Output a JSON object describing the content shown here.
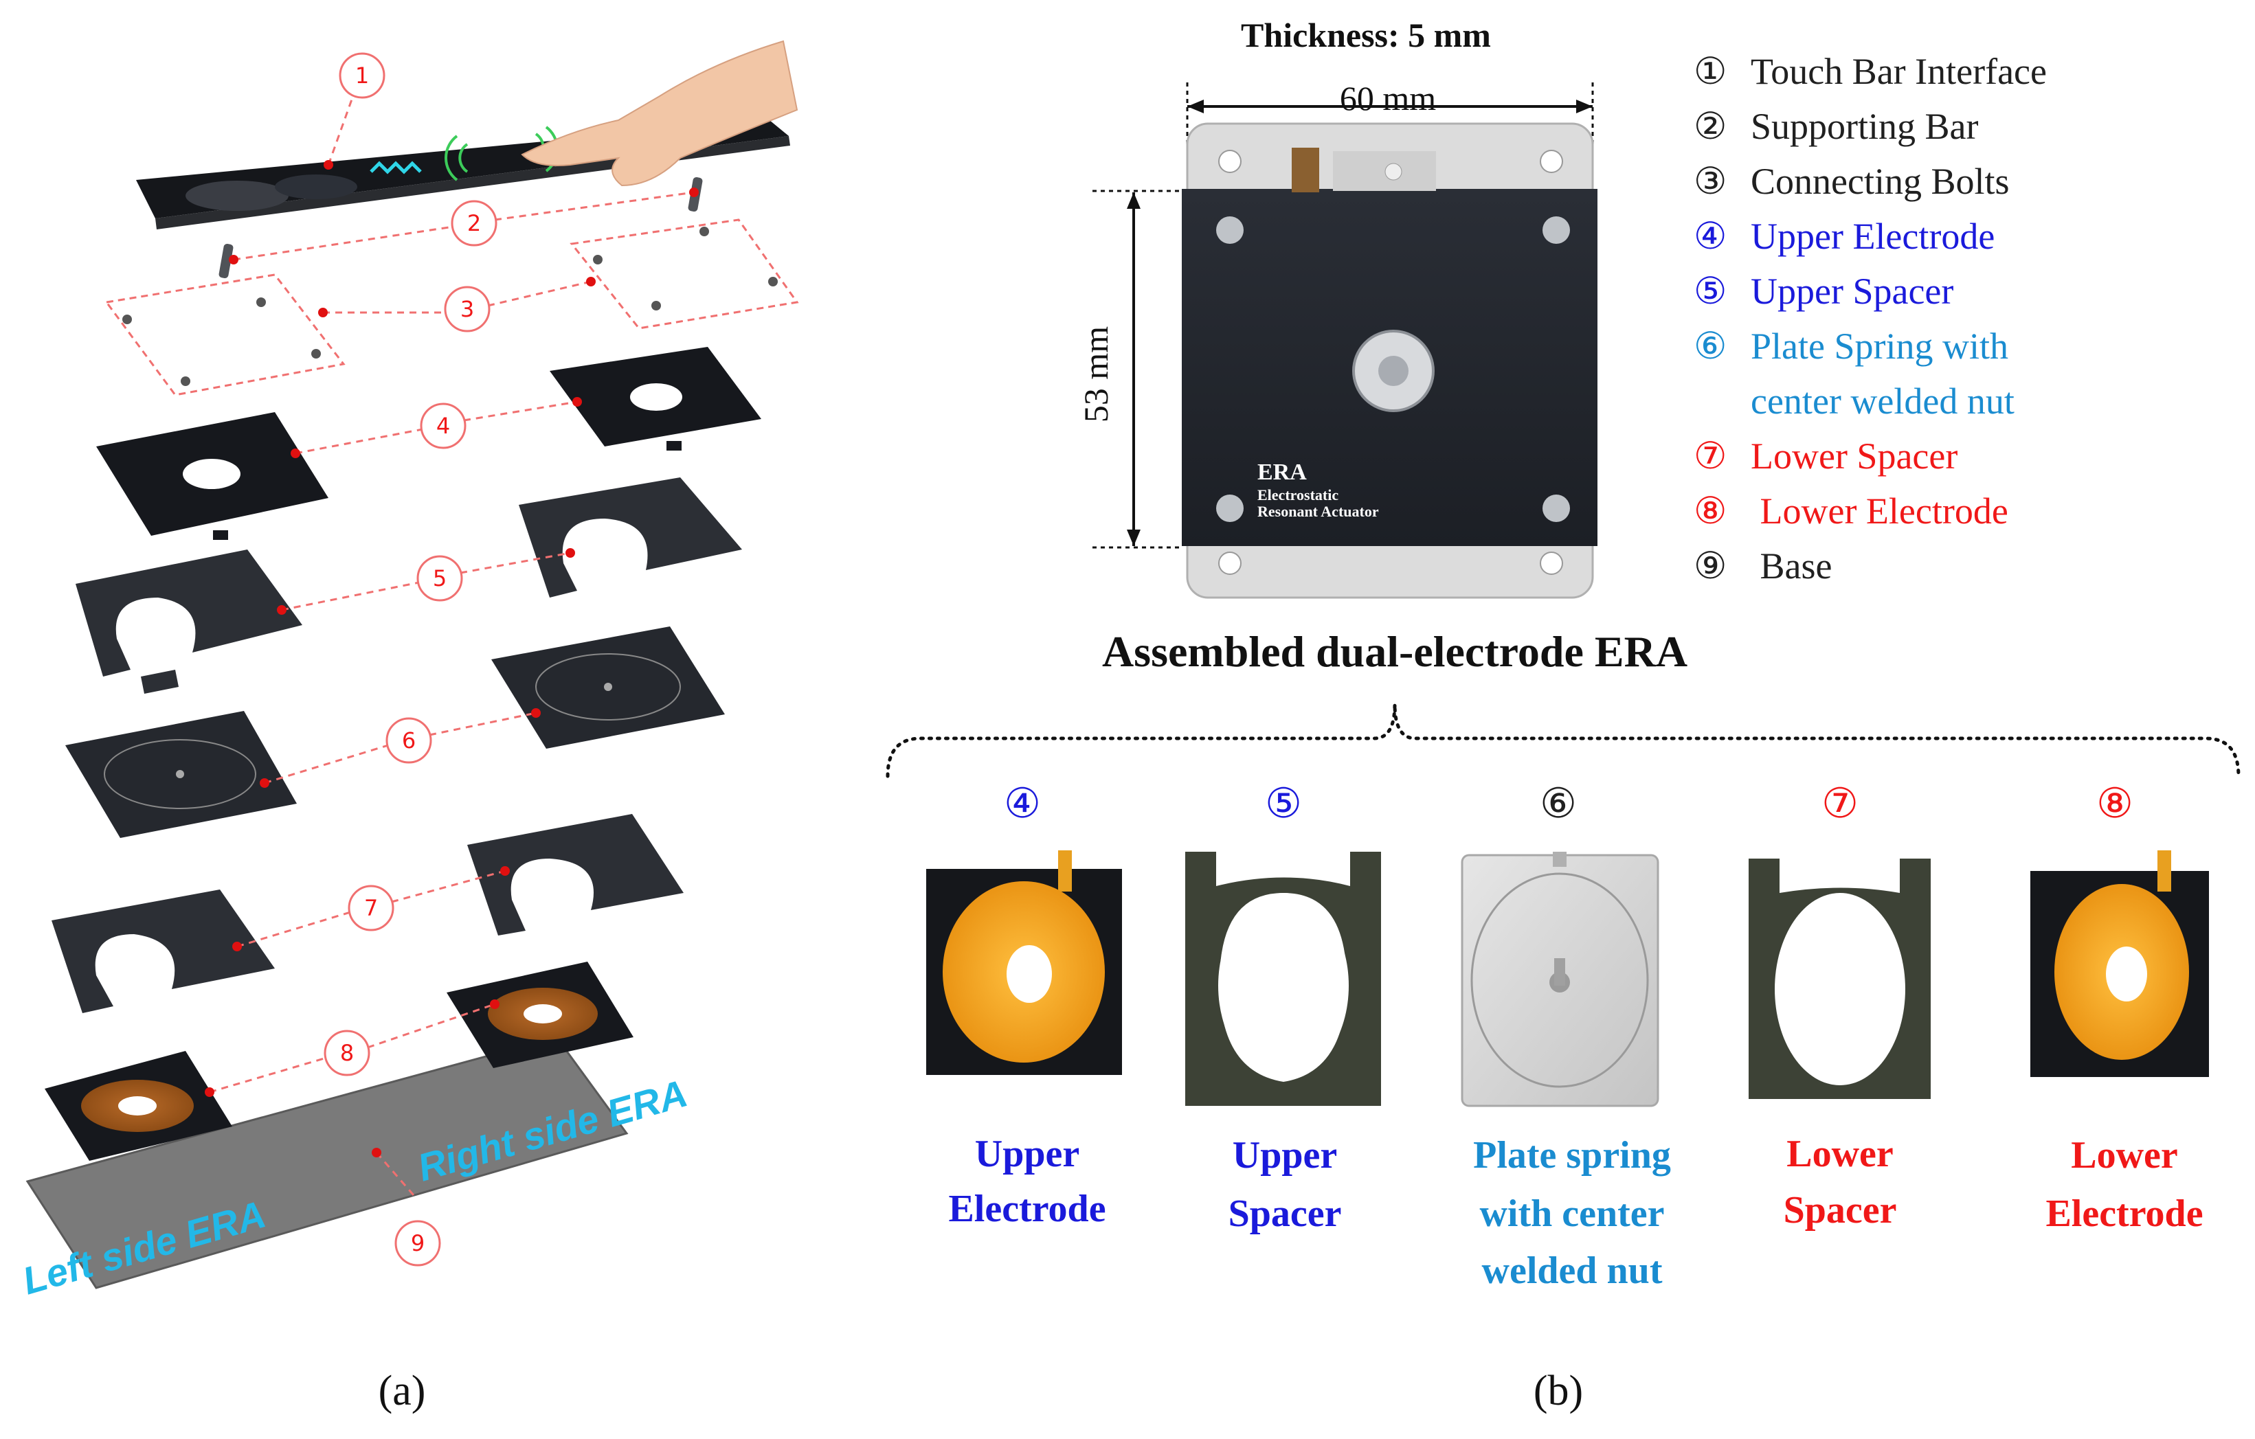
{
  "colors": {
    "red": "#f01818",
    "blue": "#1a1adb",
    "cyan_blue": "#1a8cd0",
    "black": "#202020",
    "era_blue": "#22b8e8",
    "callout": "#f07070",
    "part_dark": "#1b1d22",
    "copper": "#a05a1e",
    "gold": "#f0a018",
    "base_gray": "#7c7c7c"
  },
  "panel_a": {
    "callouts": [
      {
        "num": "1",
        "glyph": "①"
      },
      {
        "num": "2",
        "glyph": "②"
      },
      {
        "num": "3",
        "glyph": "③"
      },
      {
        "num": "4",
        "glyph": "④"
      },
      {
        "num": "5",
        "glyph": "⑤"
      },
      {
        "num": "6",
        "glyph": "⑥"
      },
      {
        "num": "7",
        "glyph": "⑦"
      },
      {
        "num": "8",
        "glyph": "⑧"
      },
      {
        "num": "9",
        "glyph": "⑨"
      }
    ],
    "left_label": "Left side ERA",
    "right_label": "Right side ERA",
    "caption": "(a)"
  },
  "panel_b": {
    "thickness": "Thickness: 5 mm",
    "width_dim": "60 mm",
    "height_dim": "53 mm",
    "device_title": "ERA",
    "device_sub1": "Electrostatic",
    "device_sub2": "Resonant Actuator",
    "assembled_title": "Assembled dual-electrode ERA",
    "legend": [
      {
        "glyph": "①",
        "text": "Touch Bar Interface",
        "color": "black"
      },
      {
        "glyph": "②",
        "text": "Supporting Bar",
        "color": "black"
      },
      {
        "glyph": "③",
        "text": "Connecting Bolts",
        "color": "black"
      },
      {
        "glyph": "④",
        "text": "Upper Electrode",
        "color": "blue"
      },
      {
        "glyph": "⑤",
        "text": "Upper Spacer",
        "color": "blue"
      },
      {
        "glyph": "⑥",
        "text": "Plate Spring with",
        "color": "cyan_blue"
      },
      {
        "glyph": "",
        "text": "center welded nut",
        "color": "cyan_blue"
      },
      {
        "glyph": "⑦",
        "text": "Lower Spacer",
        "color": "red"
      },
      {
        "glyph": "⑧",
        "text": " Lower Electrode",
        "color": "red"
      },
      {
        "glyph": "⑨",
        "text": " Base",
        "color": "black"
      }
    ],
    "components": [
      {
        "glyph": "④",
        "lines": [
          "Upper",
          "Electrode"
        ],
        "color": "blue"
      },
      {
        "glyph": "⑤",
        "lines": [
          "Upper",
          "Spacer"
        ],
        "color": "blue"
      },
      {
        "glyph": "⑥",
        "lines": [
          "Plate spring",
          "with center",
          "welded nut"
        ],
        "color": "cyan_blue"
      },
      {
        "glyph": "⑦",
        "lines": [
          "Lower",
          "Spacer"
        ],
        "color": "red"
      },
      {
        "glyph": "⑧",
        "lines": [
          "Lower",
          "Electrode"
        ],
        "color": "red"
      }
    ],
    "caption": "(b)"
  }
}
